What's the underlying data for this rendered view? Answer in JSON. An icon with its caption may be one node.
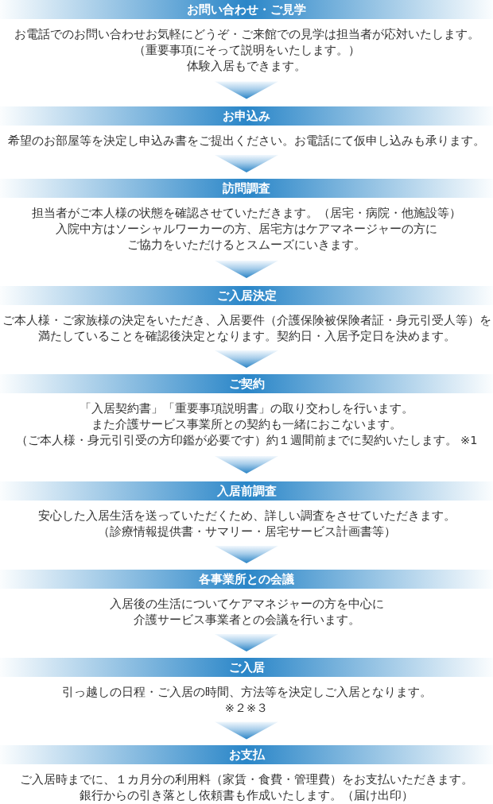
{
  "diagram": {
    "nodes": [
      {
        "text": [
          "お問い合わせ・ご見学",
          "お電話でのお問い合わせお気軽にどうぞ・ご来館での見学は担当者が応対いたします。",
          "（重要事項にそって説明をいたします。）",
          "体験入居もできます。"
        ]
      },
      {
        "text": [
          "お申込み",
          "希望のお部屋等を決定し申込み書をご提出ください。お電話にて仮申し込みも承ります。"
        ]
      },
      {
        "text": [
          "訪問調査",
          "担当者がご本人様の状態を確認させていただきます。（居宅・病院・他施設等）",
          "入院中方はソーシャルワーカーの方、居宅方はケアマネージャーの方に",
          "ご協力をいただけるとスムーズにいきます。"
        ]
      },
      {
        "text": [
          "ご入居決定",
          "ご本人様・ご家族様の決定をいただき、入居要件（介護保険被保険者証・身元引受人等）を",
          "満たしていることを確認後決定となります。契約日・入居予定日を決めます。"
        ]
      },
      {
        "text": [
          "ご契約",
          "「入居契約書」「重要事項説明書」の取り交わしを行います。",
          "また介護サービス事業所との契約も一緒におこないます。",
          "（ご本人様・身元引引受の方印鑑が必要です）約１週間前までに契約いたします。 ※1"
        ]
      },
      {
        "text": [
          "入居前調査",
          "安心した入居生活を送っていただくため、詳しい調査をさせていただきます。",
          "（診療情報提供書・サマリー・居宅サービス計画書等）"
        ]
      },
      {
        "text": [
          "各事業所との会議",
          "入居後の生活についてケアマネジャーの方を中心に",
          "介護サービス事業者との会議を行います。"
        ]
      },
      {
        "text": [
          "ご入居",
          "引っ越しの日程・ご入居の時間、方法等を決定しご入居となります。",
          "※２※３"
        ]
      },
      {
        "text": [
          "お支払",
          "ご入居時までに、１カ月分の利用料（家賃・食費・管理費）をお支払いただきます。",
          "銀行からの引き落とし依頼書も作成いたします。（届け出印）"
        ]
      }
    ],
    "edges": [
      {
        "from": 0,
        "to": 1,
        "arrow": "to"
      },
      {
        "from": 1,
        "to": 2,
        "arrow": "to"
      },
      {
        "from": 2,
        "to": 3,
        "arrow": "to"
      },
      {
        "from": 3,
        "to": 4,
        "arrow": "to"
      },
      {
        "from": 4,
        "to": 5,
        "arrow": "to"
      },
      {
        "from": 5,
        "to": 6,
        "arrow": "to"
      },
      {
        "from": 6,
        "to": 7,
        "arrow": "to"
      },
      {
        "from": 7,
        "to": 8,
        "arrow": "to"
      }
    ]
  }
}
